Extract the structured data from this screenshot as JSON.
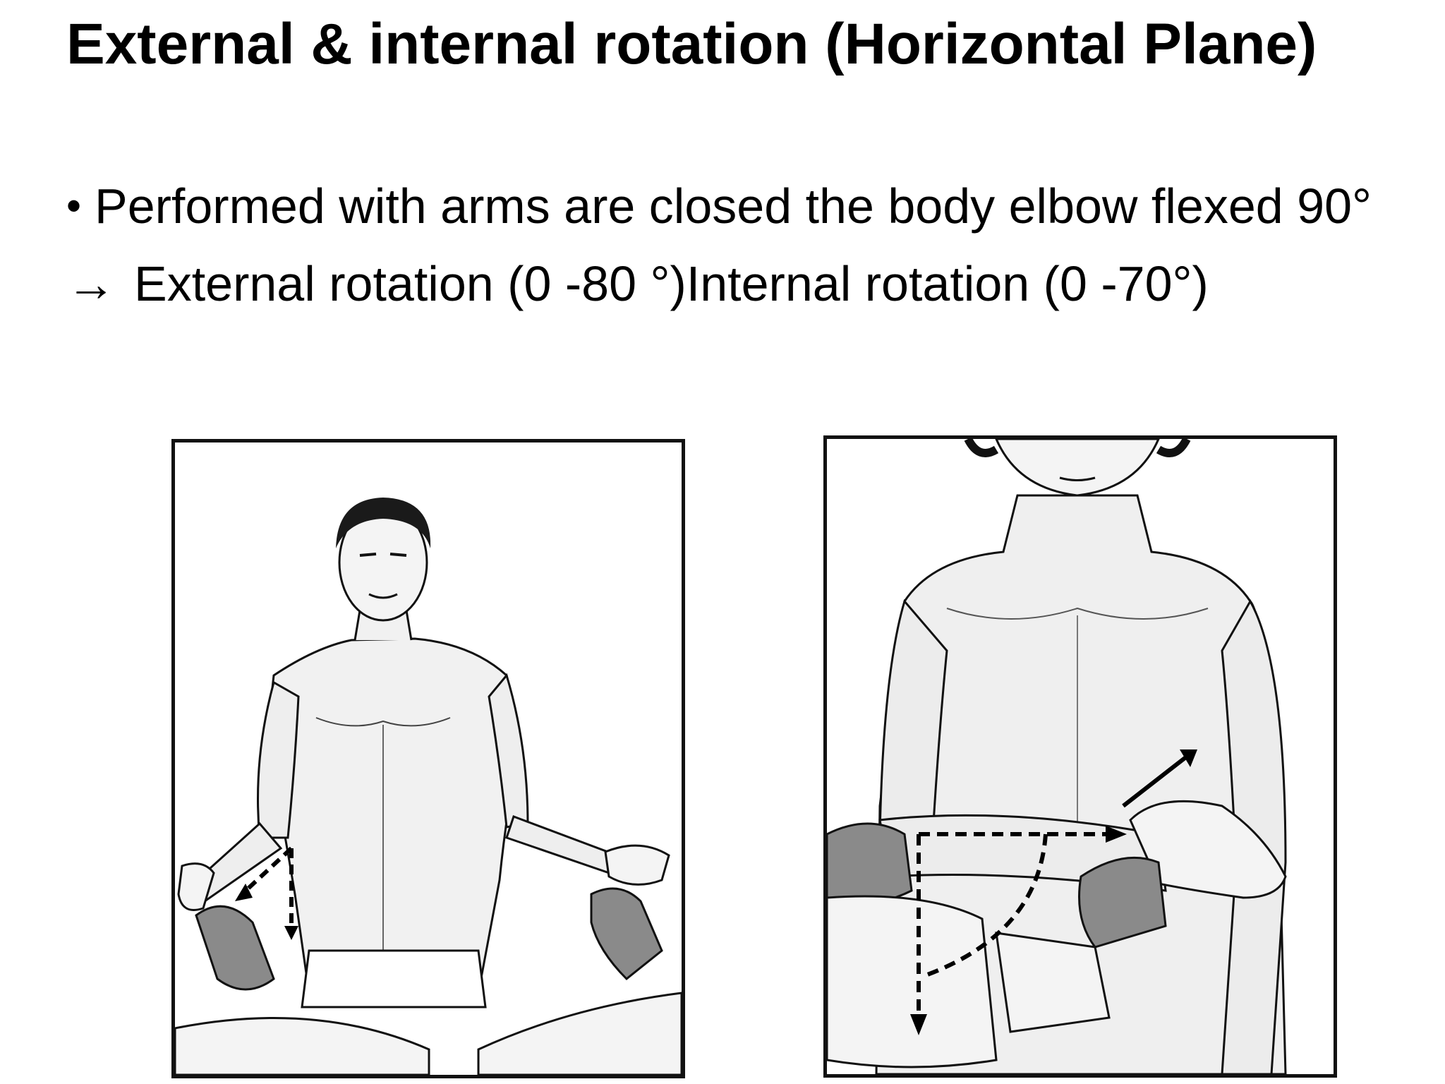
{
  "slide": {
    "title": "External & internal rotation (Horizontal Plane)",
    "bullet_marker": "•",
    "bullet_text": "Performed with arms are closed the body elbow flexed 90°",
    "arrow_marker": "→",
    "external_rotation": "External rotation (0 -80 °)",
    "internal_rotation": "Internal rotation (0 -70°)"
  },
  "figures": {
    "left": {
      "subject": "external-rotation-illustration"
    },
    "right": {
      "subject": "internal-rotation-illustration"
    }
  }
}
